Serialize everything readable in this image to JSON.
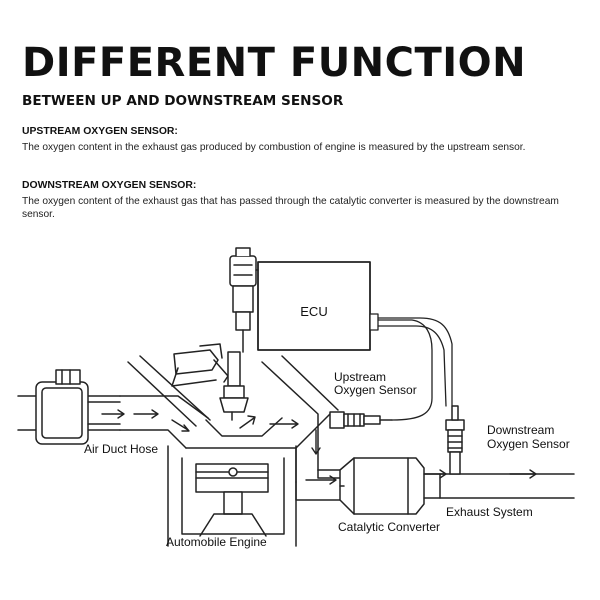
{
  "header": {
    "title": "DIFFERENT FUNCTION",
    "subtitle": "BETWEEN UP AND DOWNSTREAM SENSOR"
  },
  "sections": [
    {
      "heading": "UPSTREAM OXYGEN SENSOR:",
      "body": "The oxygen content in the exhaust gas produced by combustion of engine is measured by the upstream sensor."
    },
    {
      "heading": "DOWNSTREAM OXYGEN SENSOR:",
      "body": "The oxygen content of the exhaust gas that has passed through the catalytic converter is measured by the downstream sensor."
    }
  ],
  "diagram": {
    "ecu": "ECU",
    "upstream_line1": "Upstream",
    "upstream_line2": "Oxygen Sensor",
    "downstream_line1": "Downstream",
    "downstream_line2": "Oxygen Sensor",
    "air_duct_hose": "Air Duct Hose",
    "exhaust_system": "Exhaust System",
    "automobile_engine": "Automobile Engine",
    "catalytic_converter": "Catalytic Converter"
  }
}
